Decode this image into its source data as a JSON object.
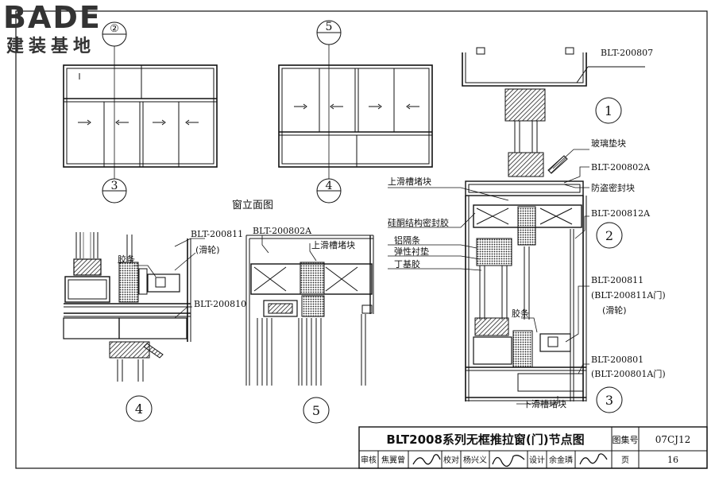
{
  "logo": {
    "brand": "BADE",
    "subtitle": "建装基地"
  },
  "elevation": {
    "title": "窗立面图",
    "markers": [
      "②",
      "3",
      "5",
      "4"
    ]
  },
  "section_numbers": [
    "1",
    "2",
    "3",
    "4",
    "5"
  ],
  "labels": {
    "blt_200807": "BLT-200807",
    "glass_pad": "玻璃垫块",
    "blt_200802a_right": "BLT-200802A",
    "anti_theft_seal": "防盗密封块",
    "top_slot_block_right": "上滑槽堵块",
    "silicone_seal": "硅酮结构密封胶",
    "blt_200812a": "BLT-200812A",
    "aluminum_strip": "铝隔条",
    "elastic_pad": "弹性衬垫",
    "butyl": "丁基胶",
    "blt_200811_right": "BLT-200811",
    "blt_200811a_door": "(BLT-200811A门)",
    "roller_right": "(滑轮)",
    "gasket_right": "胶条",
    "blt_200801": "BLT-200801",
    "blt_200801a_door": "(BLT-200801A门)",
    "bottom_slot_block": "下滑槽堵块",
    "blt_200811_left": "BLT-200811",
    "roller_left": "(滑轮)",
    "gasket_left": "胶条",
    "blt_200810": "BLT-200810",
    "blt_200802a_mid": "BLT-200802A",
    "top_slot_block_mid": "上滑槽堵块"
  },
  "title_block": {
    "drawing_title": "BLT2008系列无框推拉窗(门)节点图",
    "atlas_label": "图集号",
    "atlas_no": "07CJ12",
    "review_label": "审核",
    "reviewer": "焦翼曾",
    "check_label": "校对",
    "checker": "杨兴义",
    "design_label": "设计",
    "designer": "余金璘",
    "page_label": "页",
    "page_no": "16"
  }
}
